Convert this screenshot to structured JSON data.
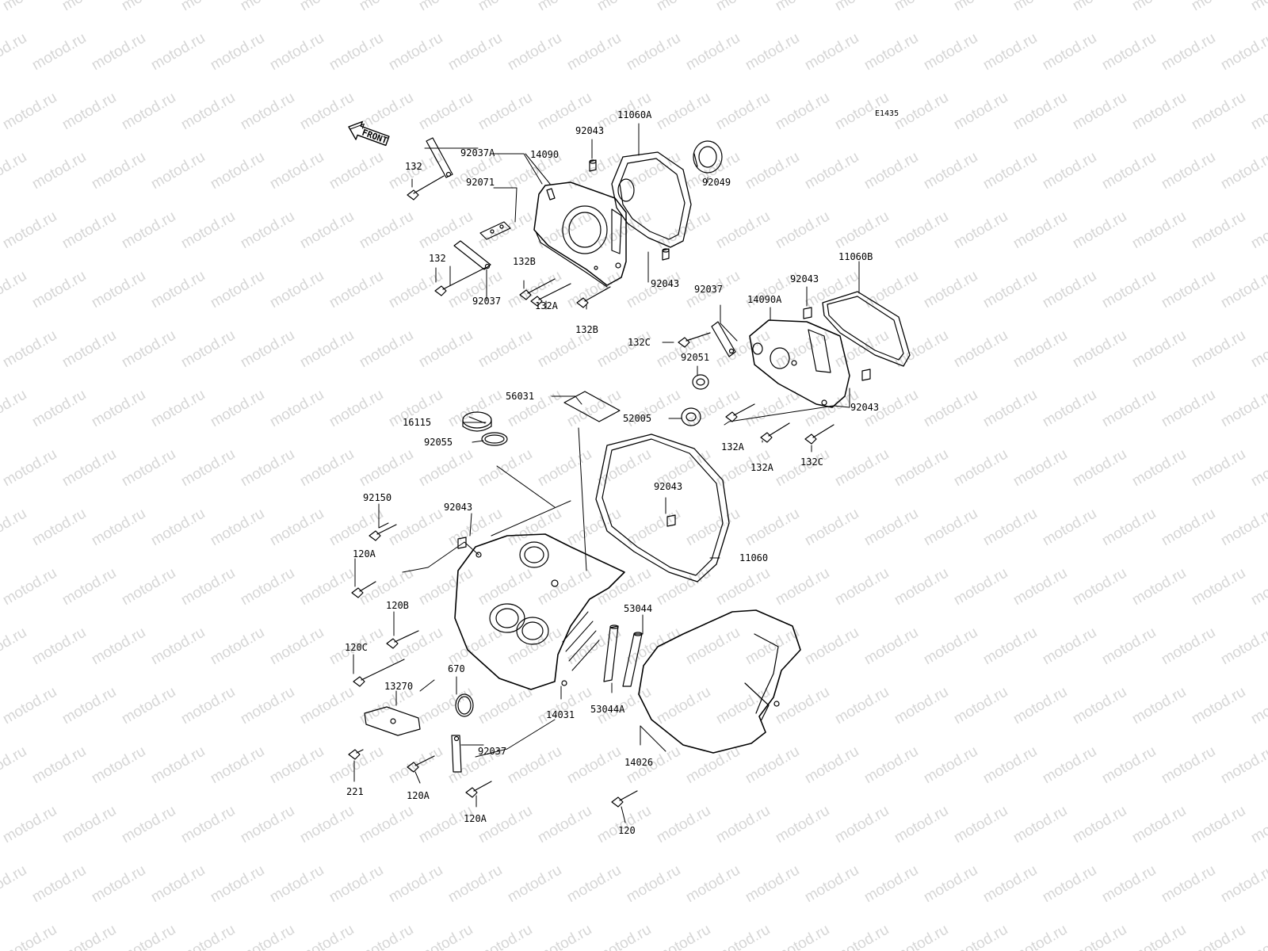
{
  "diagram": {
    "code": "E1435",
    "front_label": "FRONT",
    "watermark": "motod.ru",
    "colors": {
      "line": "#000000",
      "watermark": "#d6d6d6",
      "background": "#ffffff"
    },
    "callouts": [
      {
        "id": "c1",
        "text": "132"
      },
      {
        "id": "c2",
        "text": "92037A"
      },
      {
        "id": "c3",
        "text": "14090"
      },
      {
        "id": "c4",
        "text": "92043"
      },
      {
        "id": "c5",
        "text": "11060A"
      },
      {
        "id": "c6",
        "text": "92049"
      },
      {
        "id": "c7",
        "text": "92071"
      },
      {
        "id": "c8",
        "text": "132"
      },
      {
        "id": "c9",
        "text": "132B"
      },
      {
        "id": "c10",
        "text": "92037"
      },
      {
        "id": "c11",
        "text": "132A"
      },
      {
        "id": "c12",
        "text": "132B"
      },
      {
        "id": "c13",
        "text": "92043"
      },
      {
        "id": "c14",
        "text": "11060B"
      },
      {
        "id": "c15",
        "text": "92043"
      },
      {
        "id": "c16",
        "text": "92037"
      },
      {
        "id": "c17",
        "text": "14090A"
      },
      {
        "id": "c18",
        "text": "132C"
      },
      {
        "id": "c19",
        "text": "92051"
      },
      {
        "id": "c20",
        "text": "56031"
      },
      {
        "id": "c21",
        "text": "92043"
      },
      {
        "id": "c22",
        "text": "16115"
      },
      {
        "id": "c23",
        "text": "52005"
      },
      {
        "id": "c24",
        "text": "132A"
      },
      {
        "id": "c25",
        "text": "92055"
      },
      {
        "id": "c26",
        "text": "132A"
      },
      {
        "id": "c27",
        "text": "132C"
      },
      {
        "id": "c28",
        "text": "92150"
      },
      {
        "id": "c29",
        "text": "92043"
      },
      {
        "id": "c30",
        "text": "92043"
      },
      {
        "id": "c31",
        "text": "120A"
      },
      {
        "id": "c32",
        "text": "11060"
      },
      {
        "id": "c33",
        "text": "120B"
      },
      {
        "id": "c34",
        "text": "53044"
      },
      {
        "id": "c35",
        "text": "120C"
      },
      {
        "id": "c36",
        "text": "670"
      },
      {
        "id": "c37",
        "text": "13270"
      },
      {
        "id": "c38",
        "text": "14031"
      },
      {
        "id": "c39",
        "text": "53044A"
      },
      {
        "id": "c40",
        "text": "92037"
      },
      {
        "id": "c41",
        "text": "14026"
      },
      {
        "id": "c42",
        "text": "221"
      },
      {
        "id": "c43",
        "text": "120A"
      },
      {
        "id": "c44",
        "text": "120A"
      },
      {
        "id": "c45",
        "text": "120"
      }
    ]
  }
}
